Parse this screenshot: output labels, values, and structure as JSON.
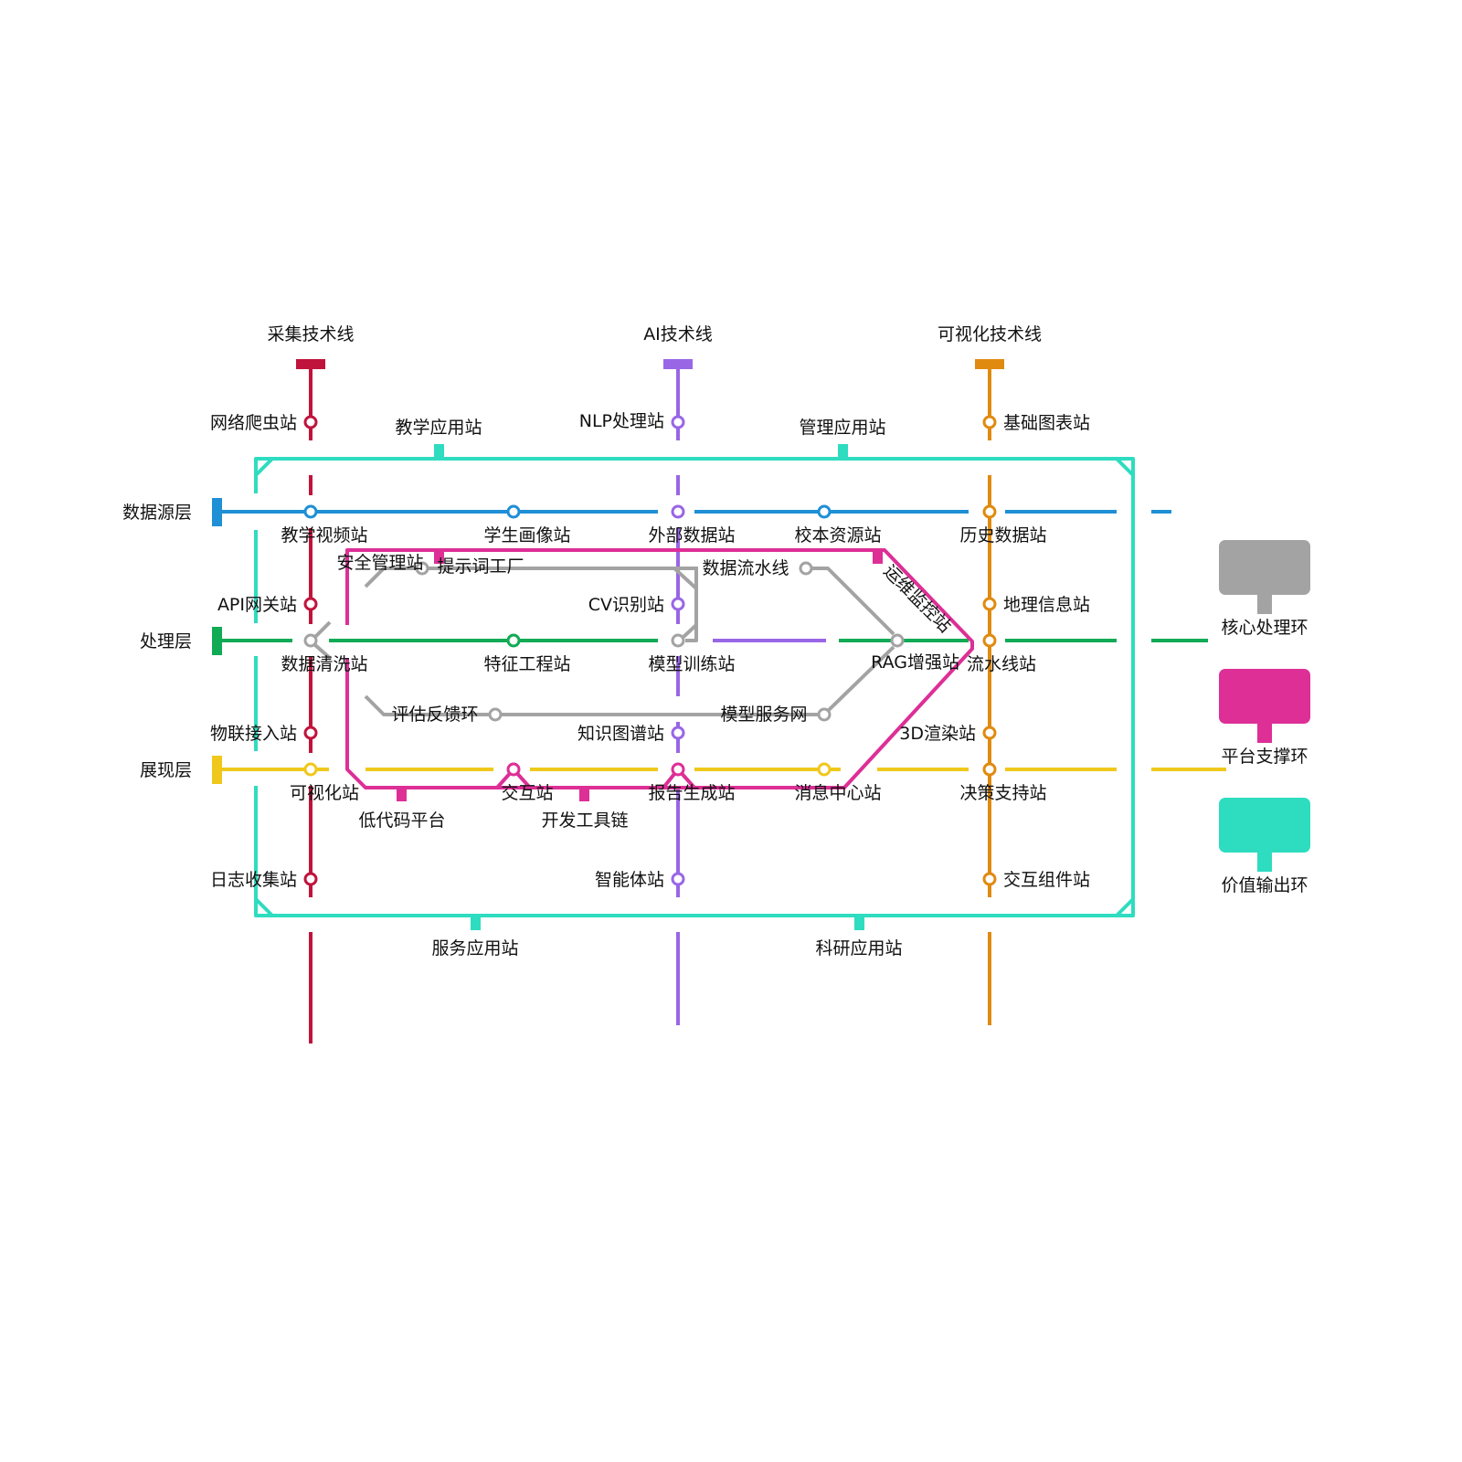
{
  "colors": {
    "collect": "#c0143c",
    "ai": "#9966e6",
    "vis": "#e08a10",
    "datasource": "#1f8fd6",
    "processing": "#11aa55",
    "display": "#f0c81c",
    "core": "#a3a3a3",
    "platform": "#dd2f96",
    "value": "#2edcc0"
  },
  "tech_lines": {
    "collect": "采集技术线",
    "ai": "AI技术线",
    "vis": "可视化技术线"
  },
  "layers": {
    "datasource": "数据源层",
    "processing": "处理层",
    "display": "展现层"
  },
  "stations": {
    "crawler": "网络爬虫站",
    "api_gateway": "API网关站",
    "iot": "物联接入站",
    "log": "日志收集站",
    "nlp": "NLP处理站",
    "cv": "CV识别站",
    "knowledge_graph": "知识图谱站",
    "agent": "智能体站",
    "basic_chart": "基础图表站",
    "geo": "地理信息站",
    "render3d": "3D渲染站",
    "widget": "交互组件站",
    "teaching_video": "教学视频站",
    "student_profile": "学生画像站",
    "external_data": "外部数据站",
    "school_resource": "校本资源站",
    "history_data": "历史数据站",
    "data_cleaning": "数据清洗站",
    "feature_eng": "特征工程站",
    "model_training": "模型训练站",
    "rag": "RAG增强站",
    "pipeline_station": "流水线站",
    "visualization": "可视化站",
    "interaction": "交互站",
    "report": "报告生成站",
    "message_center": "消息中心站",
    "decision": "决策支持站",
    "security": "安全管理站",
    "prompt_factory": "提示词工厂",
    "data_pipeline": "数据流水线",
    "ops_monitor": "运维监控站",
    "eval_loop": "评估反馈环",
    "model_serving": "模型服务网",
    "low_code": "低代码平台",
    "dev_tools": "开发工具链",
    "teaching_app": "教学应用站",
    "management_app": "管理应用站",
    "service_app": "服务应用站",
    "research_app": "科研应用站"
  },
  "legend": {
    "core": "核心处理环",
    "platform": "平台支撑环",
    "value": "价值输出环"
  }
}
